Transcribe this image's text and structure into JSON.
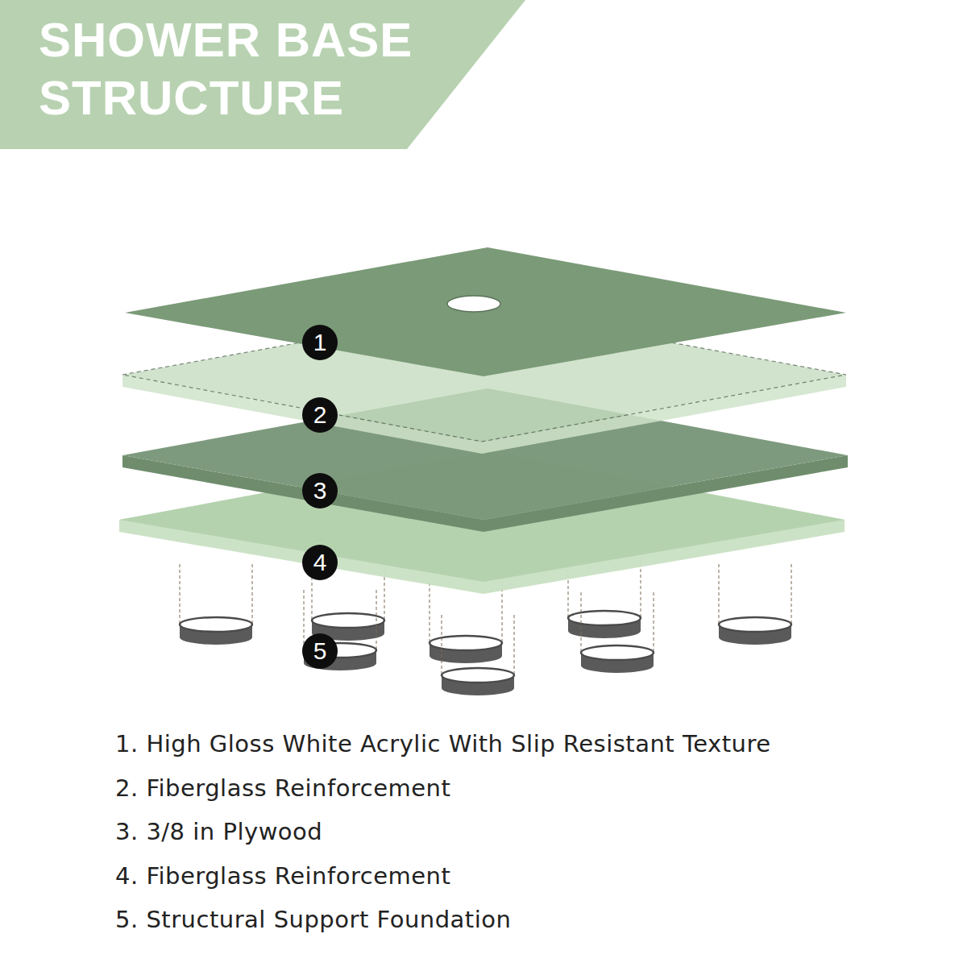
{
  "diagram": {
    "title": "SHOWER BASE STRUCTURE",
    "labels": [
      "1",
      "2",
      "3",
      "4",
      "5",
      "1. High Gloss White Acrylic With Slip Resistant Texture",
      "2. Fiberglass Reinforcement",
      "3. 3/8 in Plywood",
      "4. Fiberglass Reinforcement",
      "5. Structural Support Foundation"
    ]
  }
}
